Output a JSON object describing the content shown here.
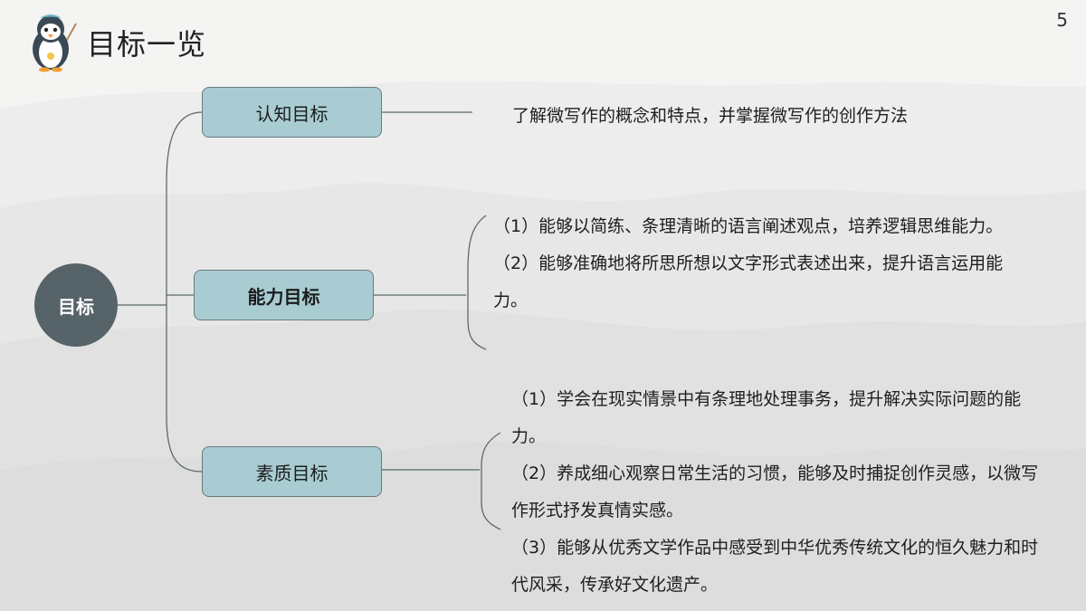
{
  "page_number": "5",
  "header": {
    "title": "目标一览",
    "mascot_icon": "penguin-mascot-icon"
  },
  "diagram": {
    "root": {
      "label": "目标"
    },
    "branches": [
      {
        "label": "认知目标",
        "items": [
          "了解微写作的概念和特点，并掌握微写作的创作方法"
        ]
      },
      {
        "label": "能力目标",
        "items": [
          "（1）能够以简练、条理清晰的语言阐述观点，培养逻辑思维能力。",
          "（2）能够准确地将所思所想以文字形式表述出来，提升语言运用能力。"
        ]
      },
      {
        "label": "素质目标",
        "items": [
          "（1）学会在现实情景中有条理地处理事务，提升解决实际问题的能力。",
          "（2）养成细心观察日常生活的习惯，能够及时捕捉创作灵感，以微写作形式抒发真情实感。",
          "（3）能够从优秀文学作品中感受到中华优秀传统文化的恒久魅力和时代风采，传承好文化遗产。"
        ]
      }
    ]
  },
  "colors": {
    "root_fill": "#566368",
    "branch_fill": "#a8ccd2",
    "line": "#5a6a70"
  }
}
